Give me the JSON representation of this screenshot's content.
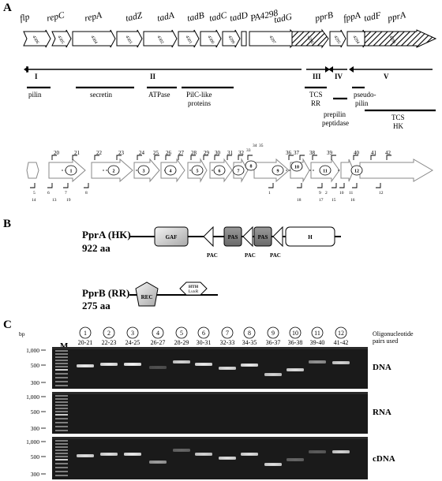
{
  "panel_a": {
    "label": "A",
    "genes": [
      {
        "name": "flp",
        "pa": "4306",
        "striped": false
      },
      {
        "name": "repC",
        "pa": "4305",
        "striped": false
      },
      {
        "name": "repA",
        "pa": "4304",
        "striped": false
      },
      {
        "name": "tadZ",
        "pa": "4303",
        "striped": false
      },
      {
        "name": "tadA",
        "pa": "4302",
        "striped": false
      },
      {
        "name": "tadB",
        "pa": "4301",
        "striped": false
      },
      {
        "name": "tadC",
        "pa": "4300",
        "striped": false
      },
      {
        "name": "tadD",
        "pa": "4299",
        "striped": false
      },
      {
        "name": "PA4298",
        "pa": "",
        "striped": false
      },
      {
        "name": "tadG",
        "pa": "4297",
        "striped": false
      },
      {
        "name": "pprB",
        "pa": "4296",
        "striped": true
      },
      {
        "name": "fppA",
        "pa": "4295",
        "striped": false
      },
      {
        "name": "tadF",
        "pa": "4294",
        "striped": false
      },
      {
        "name": "pprA",
        "pa": "4293",
        "striped": true
      }
    ],
    "transcripts": [
      "I",
      "II",
      "III",
      "IV",
      "V"
    ],
    "functions": {
      "pilin": "pilin",
      "secretin": "secretin",
      "atpase": "ATPase",
      "pilc_1": "PilC-like",
      "pilc_2": "proteins",
      "tcs_rr_1": "TCS",
      "tcs_rr_2": "RR",
      "prepilin_1": "prepilin",
      "prepilin_2": "peptidase",
      "pseudo_1": "pseudo-",
      "pseudo_2": "pilin",
      "tcs_hk_1": "TCS",
      "tcs_hk_2": "HK"
    },
    "primers_top": [
      "20",
      "21",
      "22",
      "23",
      "24",
      "25",
      "26",
      "27",
      "28",
      "29",
      "30",
      "31",
      "32",
      "33",
      "34",
      "35",
      "36",
      "37",
      "38",
      "39",
      "40",
      "41",
      "42"
    ],
    "primers_bottom": [
      "5",
      "14",
      "6",
      "13",
      "7",
      "19",
      "8",
      "1",
      "18",
      "17",
      "9",
      "2",
      "15",
      "10",
      "11",
      "16",
      "12"
    ],
    "pairs": [
      "1",
      "2",
      "3",
      "4",
      "5",
      "6",
      "7",
      "8",
      "9",
      "10",
      "11",
      "12"
    ]
  },
  "panel_b": {
    "label": "B",
    "ppra_name": "PprA (HK)",
    "ppra_length": "922 aa",
    "pprb_name": "PprB (RR)",
    "pprb_length": "275 aa",
    "domains": {
      "gaf": "GAF",
      "pas1": "PAS",
      "pas2": "PAS",
      "h": "H",
      "pac1": "PAC",
      "pac2": "PAC",
      "pac3": "PAC",
      "rec": "REC",
      "hth_1": "HTH",
      "hth_2": "LuxR"
    }
  },
  "panel_c": {
    "label": "C",
    "bp_label": "bp",
    "marker_label": "M",
    "pairs_label_1": "Oligonucleotide",
    "pairs_label_2": "pairs used",
    "lanes": [
      {
        "num": "1",
        "pair": "20-21"
      },
      {
        "num": "2",
        "pair": "22-23"
      },
      {
        "num": "3",
        "pair": "24-25"
      },
      {
        "num": "4",
        "pair": "26-27"
      },
      {
        "num": "5",
        "pair": "28-29"
      },
      {
        "num": "6",
        "pair": "30-31"
      },
      {
        "num": "7",
        "pair": "32-33"
      },
      {
        "num": "8",
        "pair": "34-35"
      },
      {
        "num": "9",
        "pair": "36-37"
      },
      {
        "num": "10",
        "pair": "36-38"
      },
      {
        "num": "11",
        "pair": "39-40"
      },
      {
        "num": "12",
        "pair": "41-42"
      }
    ],
    "gels": [
      {
        "name": "DNA",
        "ticks": [
          "1,000",
          "500",
          "300"
        ]
      },
      {
        "name": "RNA",
        "ticks": [
          "1,000",
          "500",
          "300"
        ]
      },
      {
        "name": "cDNA",
        "ticks": [
          "1,000",
          "500",
          "300"
        ]
      }
    ]
  }
}
